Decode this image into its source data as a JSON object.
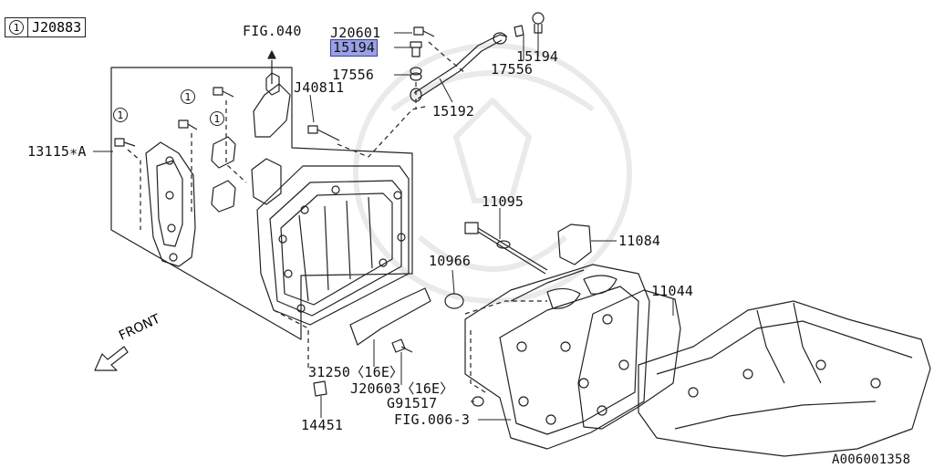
{
  "reference": {
    "circle_number": "1",
    "code": "J20883"
  },
  "labels": {
    "fig040": "FIG.040",
    "j20601": "J20601",
    "p15194_hl": "15194",
    "p17556_left": "17556",
    "p17556_right": "17556",
    "p15194_right": "15194",
    "p15192": "15192",
    "j40811": "J40811",
    "p13115a": "13115∗A",
    "p11095": "11095",
    "p11084": "11084",
    "p10966": "10966",
    "p11044": "11044",
    "p31250": "31250〈16E〉",
    "j20603": "J20603〈16E〉",
    "g91517": "G91517",
    "fig006": "FIG.006-3",
    "p14451": "14451",
    "front": "FRONT",
    "diagram_id": "A006001358"
  },
  "callouts": [
    "1",
    "1",
    "1"
  ],
  "colors": {
    "highlight": "#9aa0e6",
    "line": "#222222",
    "watermark": "#e6e6e6"
  }
}
